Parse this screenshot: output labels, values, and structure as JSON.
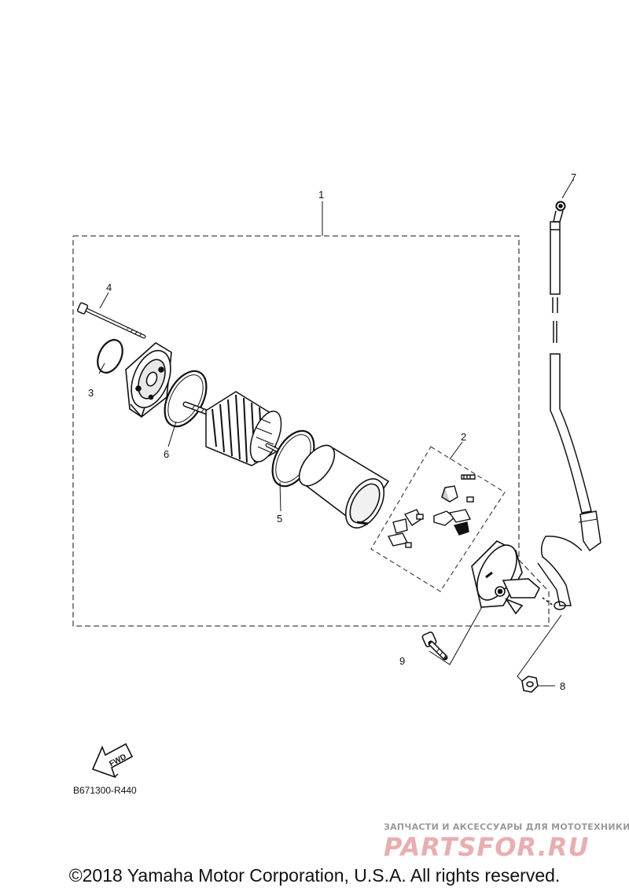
{
  "callouts": {
    "c1": "1",
    "c2": "2",
    "c3": "3",
    "c4": "4",
    "c5": "5",
    "c6": "6",
    "c7": "7",
    "c8": "8",
    "c9": "9"
  },
  "fwd_label": "FWD",
  "reference_code": "B671300-R440",
  "watermark": {
    "tagline": "ЗАПЧАСТИ И АКСЕССУАРЫ ДЛЯ МОТОТЕХНИКИ",
    "logo": "PARTSFOR.RU"
  },
  "copyright": "©2018 Yamaha Motor Corporation, U.S.A. All rights reserved."
}
